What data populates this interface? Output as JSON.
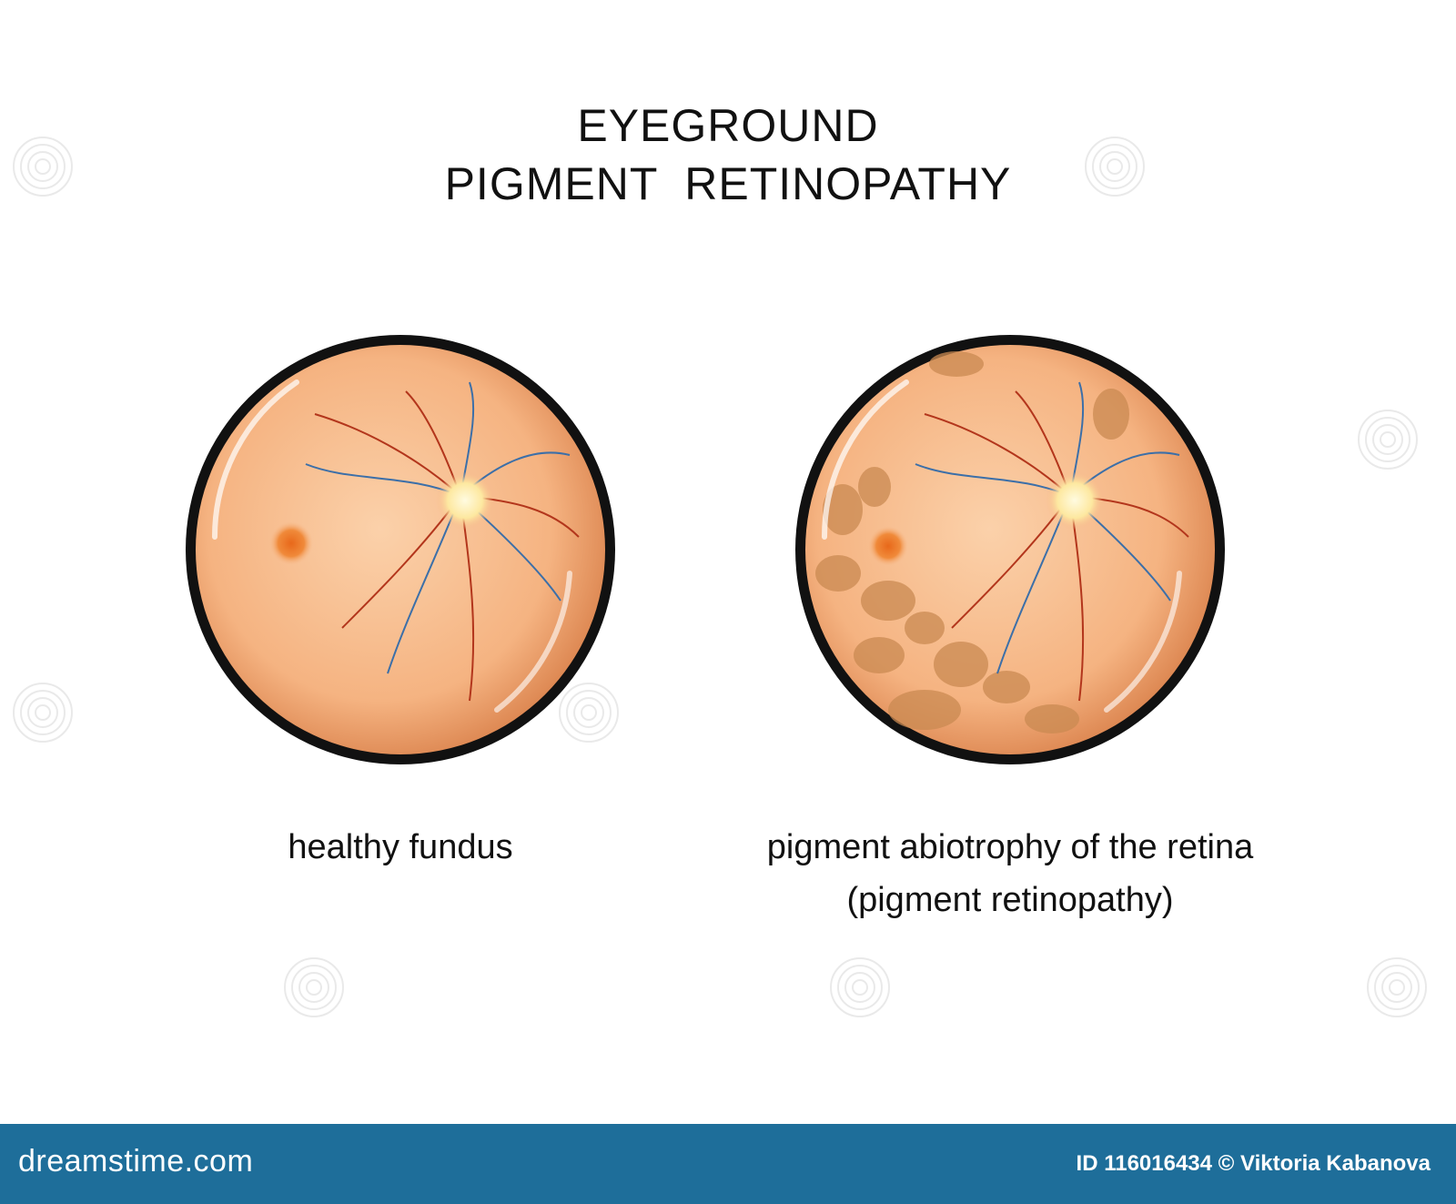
{
  "title": {
    "line1": "EYEGROUND",
    "line2": "PIGMENT  RETINOPATHY"
  },
  "panels": [
    {
      "caption_lines": [
        "healthy fundus"
      ]
    },
    {
      "caption_lines": [
        "pigment abiotrophy of the retina",
        "(pigment retinopathy)"
      ]
    }
  ],
  "footer": {
    "logo": "dreamstime.com",
    "credit": "ID 116016434 © Viktoria Kabanova",
    "background_color": "#1e6e9a"
  },
  "colors": {
    "fundus_fill": "#f7b98a",
    "fundus_rim": "#111111",
    "artery": "#b3361c",
    "vein": "#3c6fa8",
    "macula": "#e8681a",
    "pigment_patch": "#c98a52"
  },
  "icons": {
    "watermark": "swirl-icon"
  }
}
